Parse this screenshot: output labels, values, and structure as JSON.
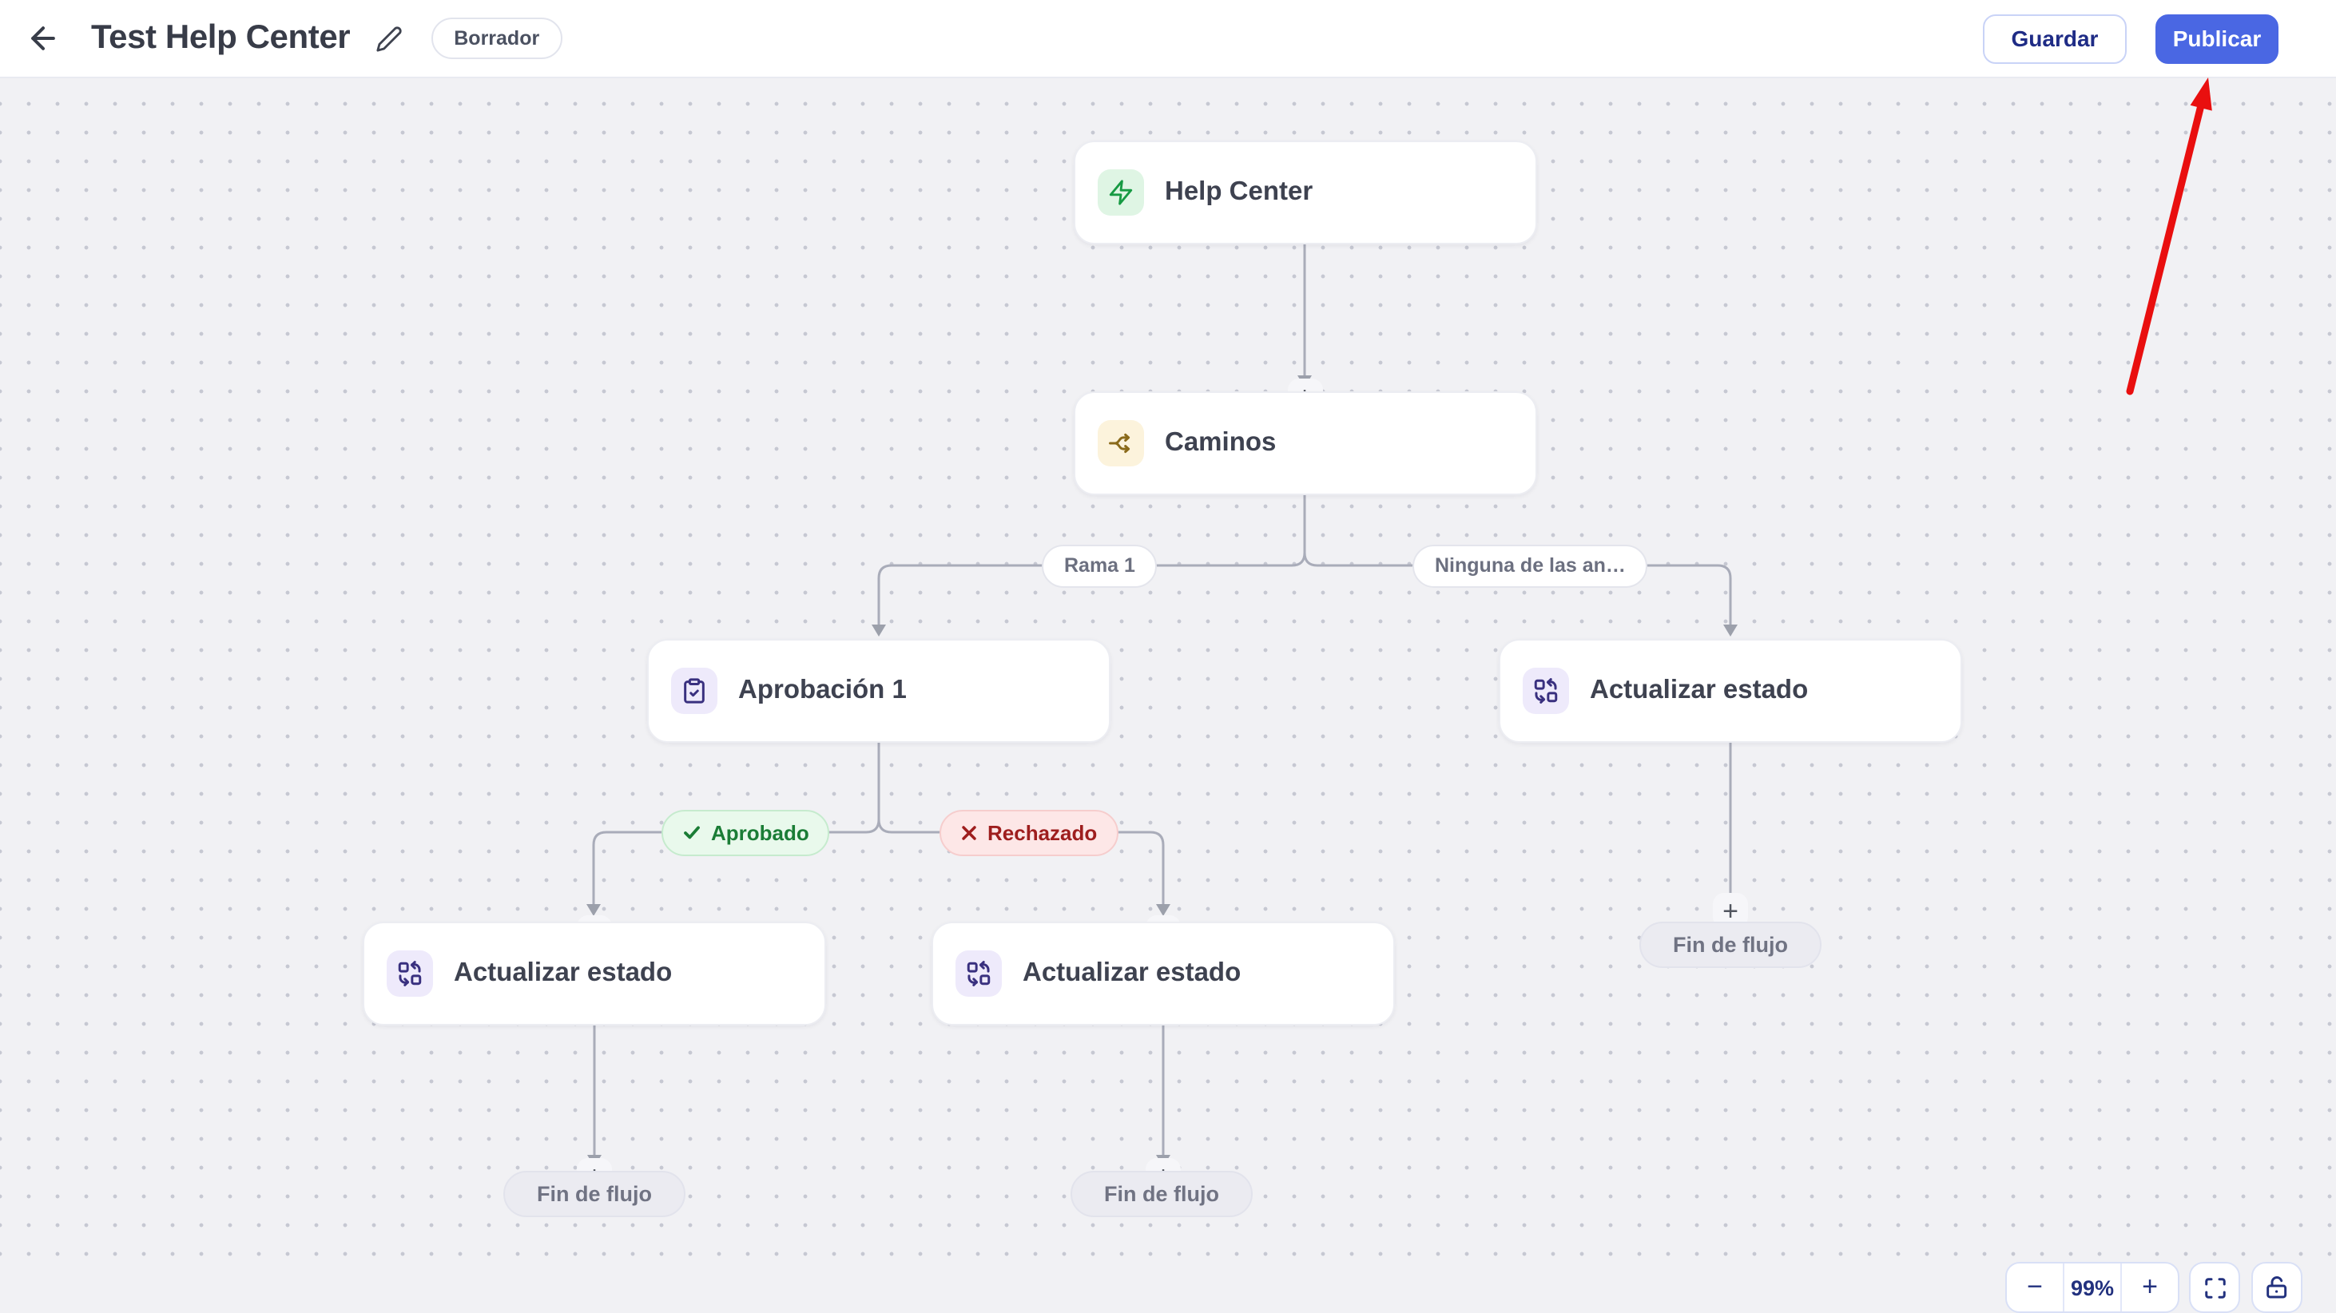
{
  "header": {
    "title": "Test Help Center",
    "status_badge": "Borrador",
    "save_label": "Guardar",
    "publish_label": "Publicar"
  },
  "flow": {
    "nodes": {
      "help_center": {
        "title": "Help Center",
        "icon": "zap-icon",
        "icon_color": "#179A43",
        "icon_bg": "#DFF5E4"
      },
      "caminos": {
        "title": "Caminos",
        "icon": "split-icon",
        "icon_color": "#8A6A1A",
        "icon_bg": "#FCF3DC"
      },
      "aprobacion": {
        "title": "Aprobación 1",
        "icon": "clipboard-check-icon",
        "icon_color": "#39307F",
        "icon_bg": "#EEEAFB"
      },
      "actualizar_right": {
        "title": "Actualizar estado",
        "icon": "swap-status-icon",
        "icon_color": "#39307F",
        "icon_bg": "#EEEAFB"
      },
      "actualizar_left": {
        "title": "Actualizar estado",
        "icon": "swap-status-icon",
        "icon_color": "#39307F",
        "icon_bg": "#EEEAFB"
      },
      "actualizar_mid": {
        "title": "Actualizar estado",
        "icon": "swap-status-icon",
        "icon_color": "#39307F",
        "icon_bg": "#EEEAFB"
      }
    },
    "branch_labels": {
      "rama1": "Rama 1",
      "ninguna": "Ninguna de las an…",
      "aprobado": "Aprobado",
      "rechazado": "Rechazado"
    },
    "end_labels": {
      "left": "Fin de flujo",
      "mid": "Fin de flujo",
      "right": "Fin de flujo"
    },
    "add_step_symbol": "+"
  },
  "zoom_controls": {
    "zoom_out": "−",
    "zoom_level": "99%",
    "zoom_in": "+"
  },
  "colors": {
    "publish_button_bg": "#4A67E3",
    "save_button_text": "#1F2C86",
    "annotation_arrow_red": "#E90F0F",
    "edge_line": "#A9ACB9",
    "canvas_bg": "#F1F1F4",
    "approved_green": "#1B7D36",
    "rejected_red": "#9E1E1E"
  }
}
